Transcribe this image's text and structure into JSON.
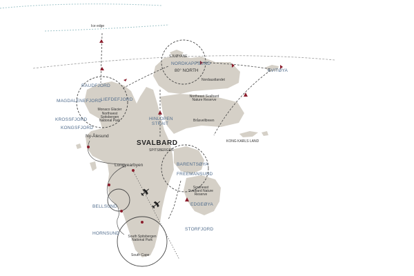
{
  "map": {
    "title": "SVALBARD",
    "colors": {
      "land": "#d5d0c7",
      "route": "#444444",
      "label": "#4f6b8c",
      "marker": "#8b1d2c",
      "ice": "#9fc4c9"
    },
    "labels": {
      "ice_edge": "Ice edge",
      "parallel_80": "80° NORTH",
      "svalbard": "SVALBARD",
      "spitsbergen": "SPITSBERGEN",
      "raudfjord": "RAUDFJORD",
      "magdalenefjord": "MAGDALENEFJORD",
      "liefdefjord": "LIEFDEFJORD",
      "krossfjord": "KROSSFJORD",
      "kongsfjord": "KONGSFJORD",
      "ny_alesund": "Ny-Ålesund",
      "longyearbyen": "Longyearbyen",
      "bellsund": "BELLSUND",
      "hornsund": "HORNSUND",
      "storfjord": "STORFJORD",
      "hinlopen_strait": "HINLOPEN STRAIT",
      "sjuoyane": "SJUØYANE",
      "nordkappsund": "NORDKAPPSUND",
      "nordaustlandet": "Nordaustlandet",
      "kvitoya": "KVITØYA",
      "northeast_reserve": "Northeast Svalbard Nature Reserve",
      "brasvellbreen": "Bråsvellbreen",
      "kong_karls_land": "KONG KARLS LAND",
      "barentsoya": "BARENTSØYA",
      "freemansund": "FREEMANSUND",
      "edgeoya": "EDGEØYA",
      "southeast_reserve": "Southeast Svalbard Nature Reserve",
      "monaco_glacier": "Monaco Glacier",
      "northwest_park": "Northwest Spitsbergen National Park",
      "south_park": "South Spitsbergen National Park",
      "south_cape": "South Cape"
    }
  }
}
